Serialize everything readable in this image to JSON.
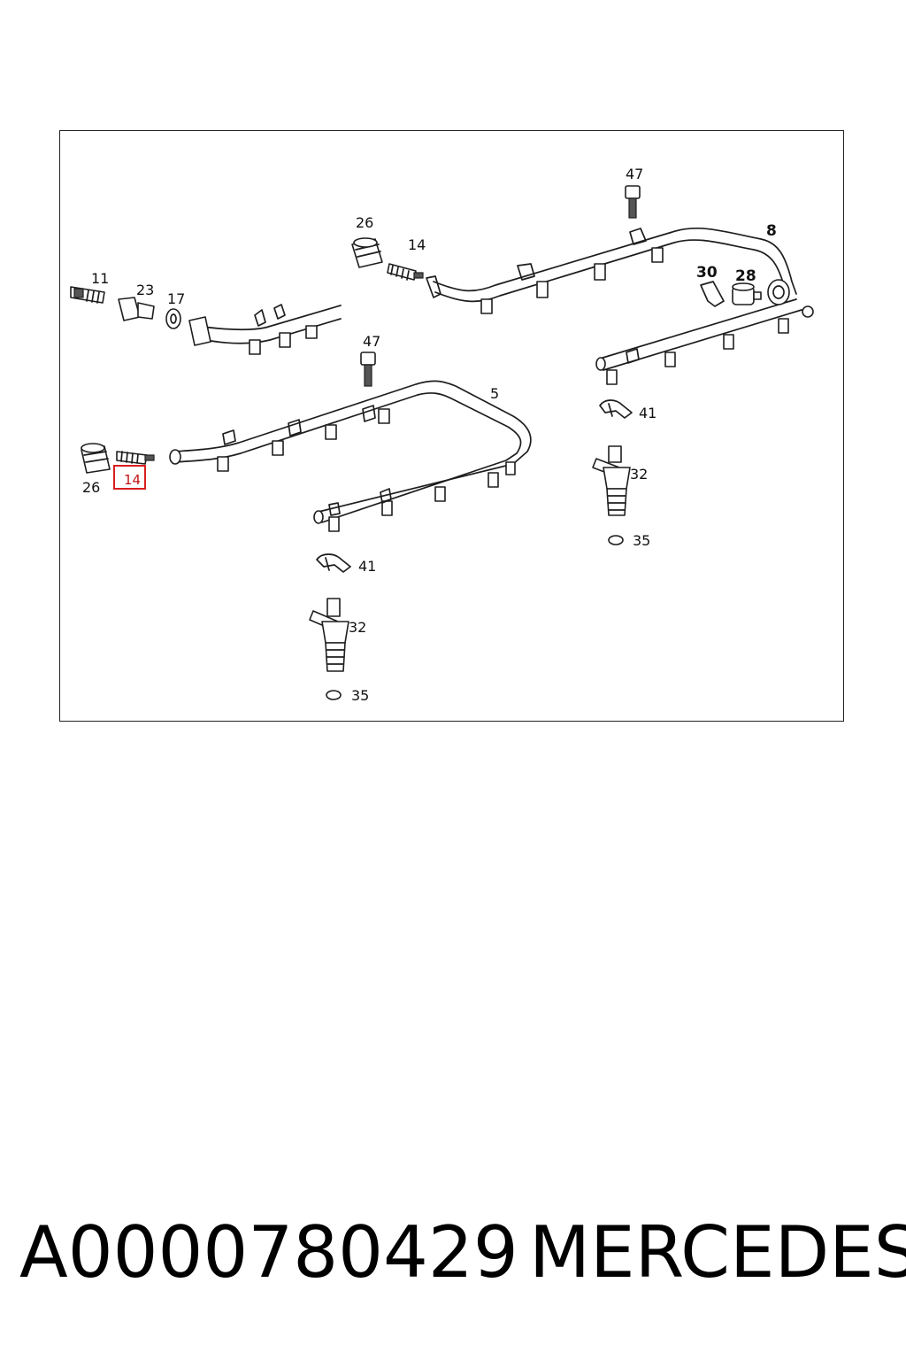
{
  "diagram": {
    "labels": {
      "l47a": "47",
      "l26a": "26",
      "l14a": "14",
      "l8": "8",
      "l11": "11",
      "l23": "23",
      "l17": "17",
      "l30": "30",
      "l28": "28",
      "l47b": "47",
      "l5": "5",
      "l41a": "41",
      "l26b": "26",
      "l14b": "14",
      "l32a": "32",
      "l35a": "35",
      "l41b": "41",
      "l32b": "32",
      "l35b": "35"
    },
    "highlight_color": "#d81e1e"
  },
  "footer": {
    "part_number": "A0000780429",
    "brand": "MERCEDES"
  }
}
